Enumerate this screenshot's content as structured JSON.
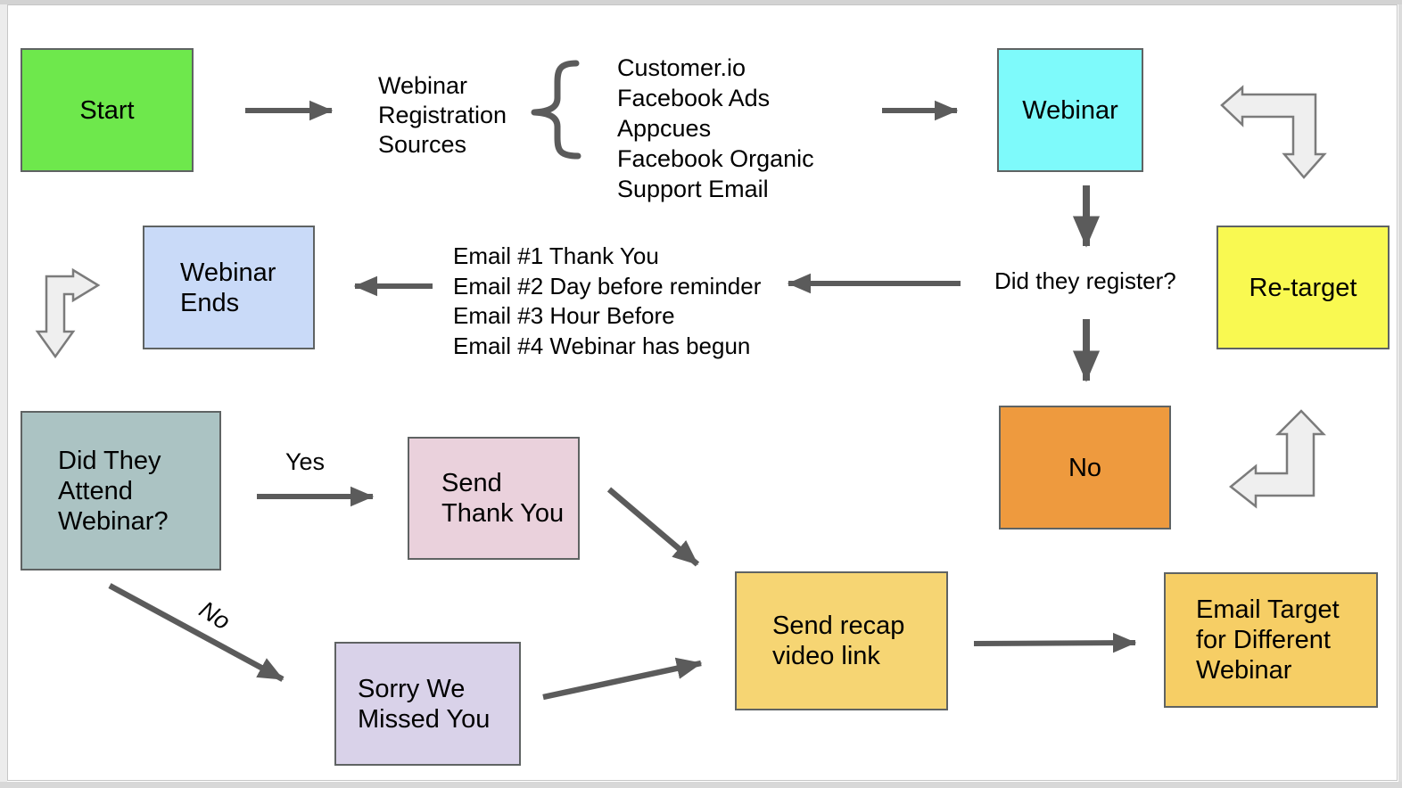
{
  "window": {
    "kind": "flowchart-canvas",
    "background": "#ffffff",
    "chrome_color": "#d3d3d3"
  },
  "palette": {
    "connector": "#5b5b5b",
    "node_border": "#5f6363",
    "bent_arrow_fill": "#efefef",
    "bent_arrow_stroke": "#7b7b7b",
    "text": "#000000"
  },
  "nodes": {
    "start": {
      "label": "Start",
      "fill": "#6EE84C"
    },
    "webinar": {
      "label": "Webinar",
      "fill": "#7EFAFB"
    },
    "retarget": {
      "label": "Re-target",
      "fill": "#F9F951"
    },
    "webinar_ends": {
      "label": "Webinar\nEnds",
      "fill": "#C9DAF8"
    },
    "did_attend": {
      "label": "Did They\nAttend\nWebinar?",
      "fill": "#ABC3C3"
    },
    "no": {
      "label": "No",
      "fill": "#EE9A3E"
    },
    "send_thank_you": {
      "label": "Send\nThank You",
      "fill": "#EAD1DC"
    },
    "sorry_missed": {
      "label": "Sorry We\nMissed You",
      "fill": "#D9D2E9"
    },
    "send_recap": {
      "label": "Send recap\nvideo link",
      "fill": "#F6D573"
    },
    "email_target": {
      "label": "Email Target\nfor Different\nWebinar",
      "fill": "#F6CE65"
    }
  },
  "labels": {
    "sources_title": "Webinar\nRegistration\nSources",
    "sources_list": "Customer.io\nFacebook Ads\nAppcues\nFacebook Organic\nSupport Email",
    "did_register": "Did they register?",
    "emails_list": "Email #1 Thank You\nEmail #2 Day before reminder\nEmail #3 Hour Before\nEmail #4 Webinar has begun",
    "yes": "Yes",
    "no": "No"
  }
}
